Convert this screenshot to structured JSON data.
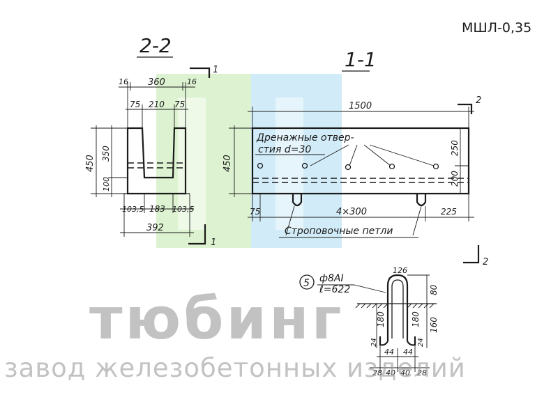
{
  "mark": "МШЛ-0,35",
  "watermark": {
    "brand": "тюбинг",
    "subtitle": "завод железобетонных изделий",
    "colors": {
      "green": "#d6f0c8",
      "blue": "#c9e9f7",
      "gray": "#9e9e9e"
    }
  },
  "section_2_2": {
    "title": "2-2",
    "cut_label": "1",
    "dims": {
      "edge_left": "16",
      "overall_top": "360",
      "edge_right": "16",
      "wall_left": "75",
      "channel": "210",
      "wall_right": "75",
      "total_height": "450",
      "upper_height": "350",
      "bottom_height": "100",
      "base_left": "103,5",
      "base_middle": "183",
      "base_right": "103,5",
      "overall_bottom": "392"
    }
  },
  "section_1_1": {
    "title": "1-1",
    "cut_label": "2",
    "dims": {
      "length": "1500",
      "height": "450",
      "right_upper": "250",
      "right_lower": "200",
      "left_offset": "75",
      "spacing": "4×300",
      "right_offset": "225"
    },
    "notes": {
      "drainage_line1": "Дренажные отвер-",
      "drainage_line2": "стия d=30",
      "loops": "Строповочные петли"
    }
  },
  "loop_detail": {
    "callout_number": "5",
    "rebar": "ф8АI",
    "length": "ℓ=622",
    "dims": {
      "top_width": "126",
      "top_height": "80",
      "leg_left": "180",
      "leg_right": "180",
      "right_height": "160",
      "hook_left": "24",
      "hook_right": "24",
      "foot_left": "44",
      "foot_right": "44",
      "bottom_left": "28",
      "bottom_mid_left": "40",
      "bottom_mid_right": "40",
      "bottom_right": "28"
    }
  }
}
